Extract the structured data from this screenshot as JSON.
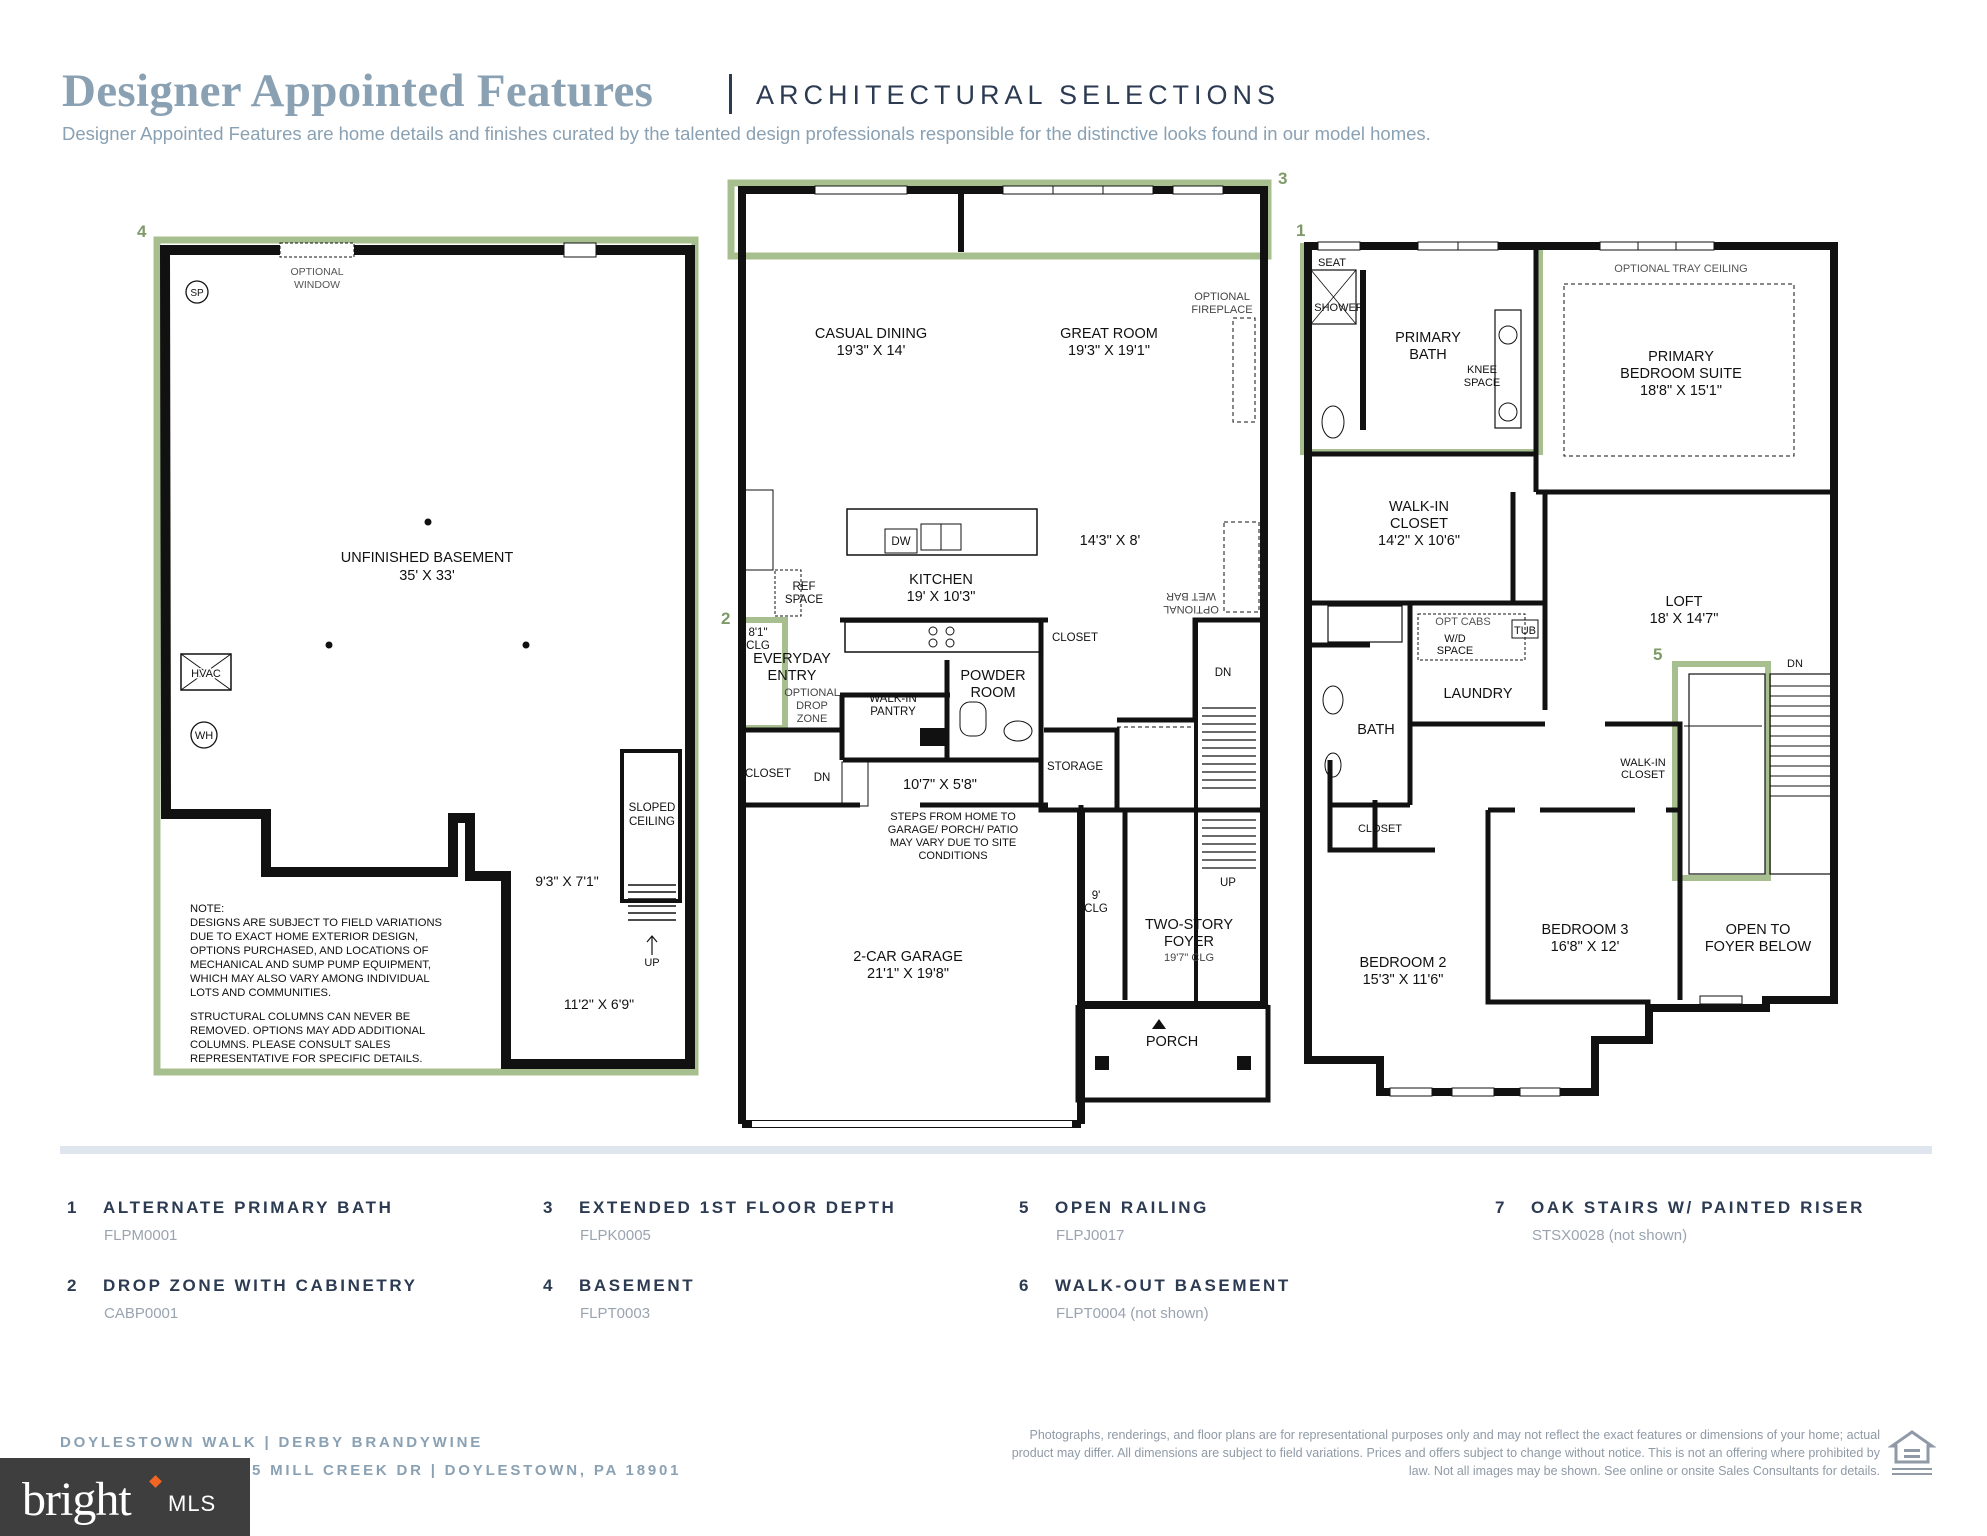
{
  "header": {
    "title": "Designer Appointed Features",
    "subtitle_right": "ARCHITECTURAL SELECTIONS",
    "description": "Designer Appointed Features are home details and finishes curated by the talented design professionals responsible for the distinctive looks found in our model homes."
  },
  "colors": {
    "highlight": "#a7bf8f",
    "wall": "#111111",
    "title": "#8aa1b3",
    "navy": "#2c3b52"
  },
  "callouts": {
    "c1": "1",
    "c2": "2",
    "c3": "3",
    "c4": "4",
    "c5": "5"
  },
  "basement": {
    "optional_window": [
      "OPTIONAL",
      "WINDOW"
    ],
    "sp": "SP",
    "hvac": "HVAC",
    "wh": "WH",
    "room_name": "UNFINISHED BASEMENT",
    "room_dim": "35' X 33'",
    "sloped": [
      "SLOPED",
      "CEILING"
    ],
    "dim_a": "9'3\" X 7'1\"",
    "dim_b": "11'2\" X 6'9\"",
    "up": "UP",
    "note": [
      "NOTE:",
      "DESIGNS ARE SUBJECT TO FIELD VARIATIONS",
      "DUE TO EXACT HOME EXTERIOR DESIGN,",
      "OPTIONS PURCHASED, AND LOCATIONS OF",
      "MECHANICAL AND SUMP PUMP EQUIPMENT,",
      "WHICH MAY ALSO VARY AMONG INDIVIDUAL",
      "LOTS AND COMMUNITIES.",
      "",
      "STRUCTURAL COLUMNS CAN NEVER BE",
      "REMOVED. OPTIONS MAY ADD ADDITIONAL",
      "COLUMNS. PLEASE CONSULT SALES",
      "REPRESENTATIVE FOR SPECIFIC DETAILS."
    ]
  },
  "first_floor": {
    "casual_dining": "CASUAL DINING",
    "casual_dining_dim": "19'3\" X 14'",
    "great_room": "GREAT ROOM",
    "great_room_dim": "19'3\" X 19'1\"",
    "optional_fireplace": [
      "OPTIONAL",
      "FIREPLACE"
    ],
    "kitchen": "KITCHEN",
    "kitchen_dim": "19' X 10'3\"",
    "dw": "DW",
    "ref_space": [
      "REF",
      "SPACE"
    ],
    "dim_14": "14'3\" X 8'",
    "optional_wet_bar": [
      "OPTIONAL",
      "WET BAR"
    ],
    "clg": [
      "8'1\"",
      "CLG"
    ],
    "everyday_entry": [
      "EVERYDAY",
      "ENTRY"
    ],
    "drop_zone": [
      "OPTIONAL",
      "DROP",
      "ZONE"
    ],
    "walk_in_pantry": [
      "WALK-IN",
      "PANTRY"
    ],
    "powder_room": [
      "POWDER",
      "ROOM"
    ],
    "closet_a": "CLOSET",
    "closet_b": "CLOSET",
    "storage": "STORAGE",
    "dn_a": "DN",
    "dn_b": "DN",
    "up": "UP",
    "mudroom_dim": "10'7\" X 5'8\"",
    "steps_note": [
      "STEPS FROM HOME TO",
      "GARAGE/ PORCH/ PATIO",
      "MAY VARY DUE TO SITE",
      "CONDITIONS"
    ],
    "garage": "2-CAR GARAGE",
    "garage_dim": "21'1\" X 19'8\"",
    "clg_9": [
      "9'",
      "CLG"
    ],
    "foyer": [
      "TWO-STORY",
      "FOYER"
    ],
    "foyer_dim": "19'7\" CLG",
    "porch": "PORCH"
  },
  "second_floor": {
    "seat": "SEAT",
    "shower": "SHOWER",
    "primary_bath": [
      "PRIMARY",
      "BATH"
    ],
    "knee_space": [
      "KNEE",
      "SPACE"
    ],
    "tray_ceiling": "OPTIONAL TRAY CEILING",
    "primary_suite": [
      "PRIMARY",
      "BEDROOM SUITE"
    ],
    "primary_suite_dim": "18'8\" X 15'1\"",
    "walk_in_closet": [
      "WALK-IN",
      "CLOSET"
    ],
    "walk_in_closet_dim": "14'2\" X 10'6\"",
    "loft": "LOFT",
    "loft_dim": "18' X 14'7\"",
    "opt_cabs": "OPT CABS",
    "wd_space": [
      "W/D",
      "SPACE"
    ],
    "tub": "TUB",
    "laundry": "LAUNDRY",
    "bath": "BATH",
    "closet": "CLOSET",
    "walk_in_closet_b": [
      "WALK-IN",
      "CLOSET"
    ],
    "dn": "DN",
    "bedroom2": "BEDROOM 2",
    "bedroom2_dim": "15'3\" X 11'6\"",
    "bedroom3": "BEDROOM 3",
    "bedroom3_dim": "16'8\" X 12'",
    "open_to_foyer": [
      "OPEN TO",
      "FOYER BELOW"
    ]
  },
  "features": [
    {
      "num": "1",
      "name": "ALTERNATE PRIMARY BATH",
      "code": "FLPM0001"
    },
    {
      "num": "2",
      "name": "DROP ZONE WITH CABINETRY",
      "code": "CABP0001"
    },
    {
      "num": "3",
      "name": "EXTENDED 1ST FLOOR DEPTH",
      "code": "FLPK0005"
    },
    {
      "num": "4",
      "name": "BASEMENT",
      "code": "FLPT0003"
    },
    {
      "num": "5",
      "name": "OPEN RAILING",
      "code": "FLPJ0017"
    },
    {
      "num": "6",
      "name": "WALK-OUT BASEMENT",
      "code": "FLPT0004 (not shown)"
    },
    {
      "num": "7",
      "name": "OAK STAIRS W/ PAINTED RISER",
      "code": "STSX0028 (not shown)"
    }
  ],
  "footer": {
    "line1": "DOYLESTOWN WALK  |  DERBY BRANDYWINE",
    "line2": "5 MILL CREEK DR  |  DOYLESTOWN, PA 18901",
    "disclaimer": "Photographs, renderings, and floor plans are for representational purposes only and may not reflect the exact features or dimensions of your home; actual product may differ. All dimensions are subject to field variations. Prices and offers subject to change without notice. This is not an offering where prohibited by law. Not all images may be shown. See online or onsite Sales Consultants for details.",
    "badge_brand": "bright",
    "badge_mls": "MLS"
  }
}
